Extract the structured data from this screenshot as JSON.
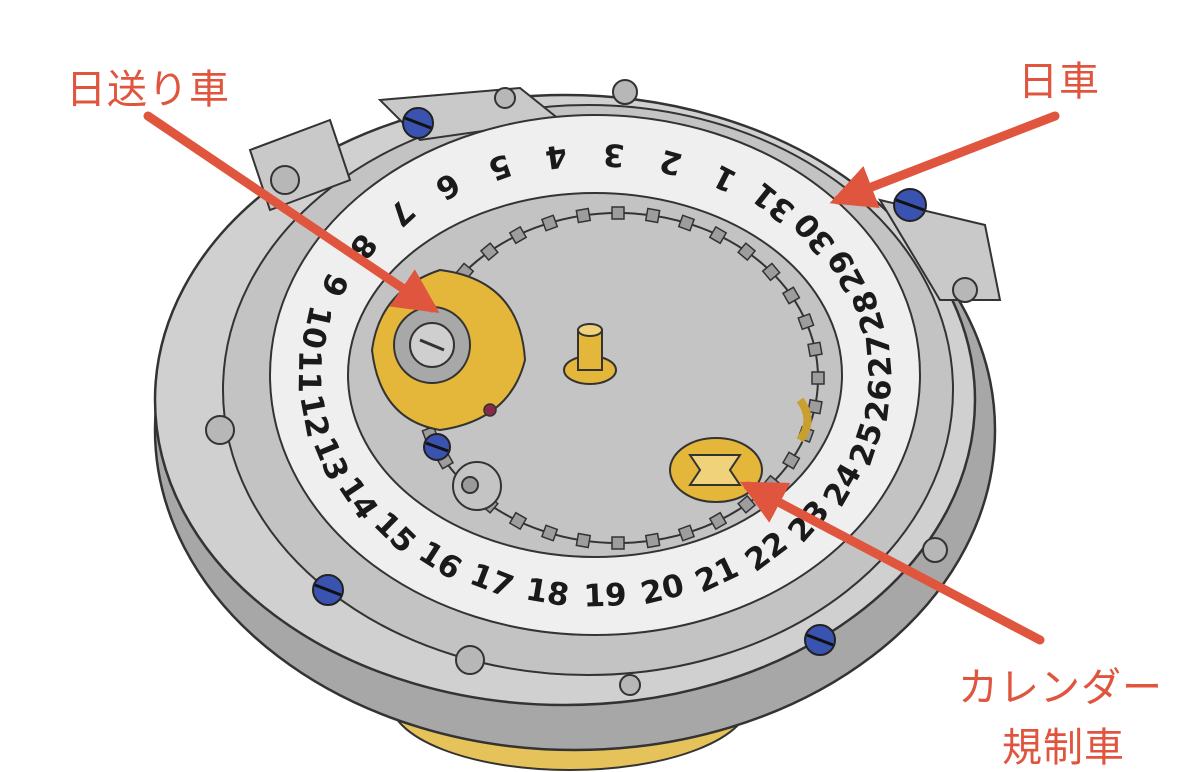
{
  "labels": {
    "date_driving_wheel": "日送り車",
    "date_wheel": "日車",
    "calendar_regulator_line1": "カレンダー",
    "calendar_regulator_line2": "規制車"
  },
  "date_ring": {
    "numbers": [
      "1",
      "2",
      "3",
      "4",
      "5",
      "6",
      "7",
      "8",
      "9",
      "10",
      "11",
      "12",
      "13",
      "14",
      "15",
      "16",
      "17",
      "18",
      "19",
      "20",
      "21",
      "22",
      "23",
      "24",
      "25",
      "26",
      "27",
      "28",
      "29",
      "30",
      "31"
    ]
  },
  "colors": {
    "label_red": "#e0553d",
    "arrow_red": "#e0553d",
    "plate_silver": "#c9c9c9",
    "gold": "#e4b63a",
    "screw_blue": "#3a52b0",
    "outline": "#333333"
  }
}
